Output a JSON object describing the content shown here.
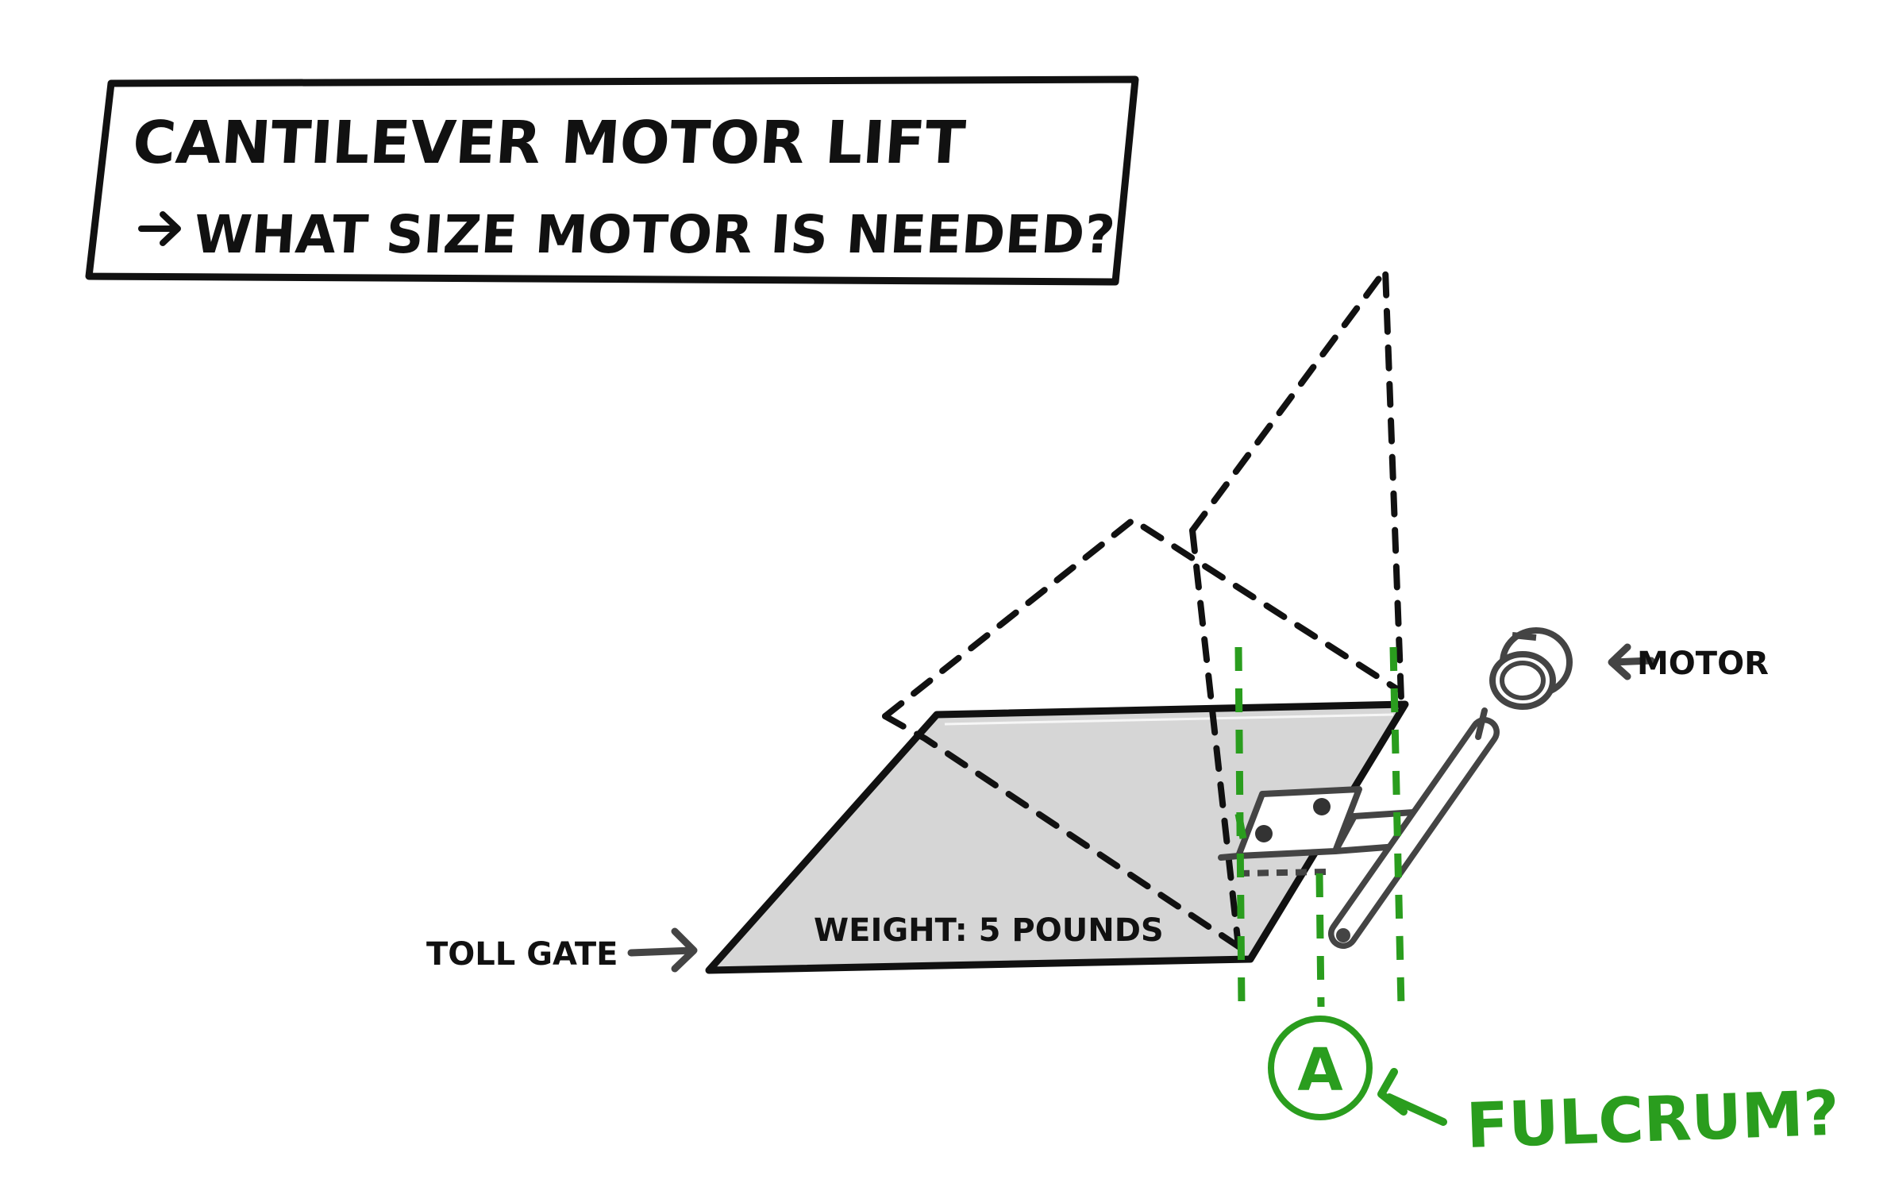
{
  "title_box": {
    "line1": "CANTILEVER MOTOR LIFT",
    "line2": "WHAT SIZE MOTOR IS NEEDED?"
  },
  "labels": {
    "toll_gate": "TOLL GATE",
    "weight": "WEIGHT: 5 POUNDS",
    "motor": "MOTOR",
    "fulcrum_marker": "A",
    "fulcrum": "FULCRUM?"
  },
  "colors": {
    "ink": "#111111",
    "gate_fill": "#d6d6d6",
    "motor_ink": "#444444",
    "accent_green": "#2a9d1e"
  }
}
